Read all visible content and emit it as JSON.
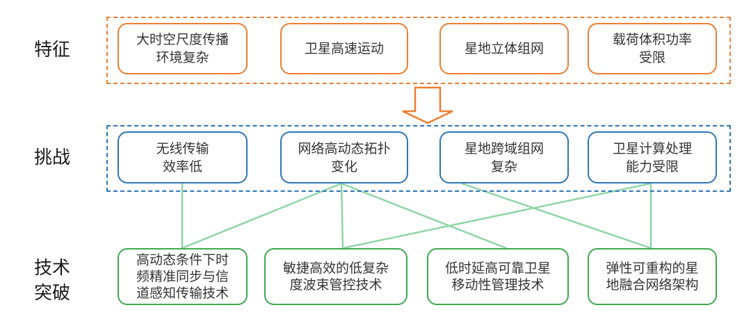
{
  "colors": {
    "feature": "#ED7D31",
    "challenge": "#2E75B6",
    "tech": "#3DAA4E",
    "connector": "#8ED6A4"
  },
  "rows": {
    "features": {
      "label": "特征",
      "items": [
        "大时空尺度传播\n环境复杂",
        "卫星高速运动",
        "星地立体组网",
        "载荷体积功率\n受限"
      ]
    },
    "challenges": {
      "label": "挑战",
      "items": [
        "无线传输\n效率低",
        "网络高动态拓扑\n变化",
        "星地跨域组网\n复杂",
        "卫星计算处理\n能力受限"
      ]
    },
    "technologies": {
      "label": "技术\n突破",
      "items": [
        "高动态条件下时\n频精准同步与信\n道感知传输技术",
        "敏捷高效的低复杂\n度波束管控技术",
        "低时延高可靠卫星\n移动性管理技术",
        "弹性可重构的星\n地融合网络架构"
      ]
    }
  },
  "flow_arrow": {
    "from": "features",
    "to": "challenges",
    "icon": "down-arrow-icon"
  },
  "connections": [
    {
      "challenge": 0,
      "tech": 0
    },
    {
      "challenge": 1,
      "tech": 0
    },
    {
      "challenge": 1,
      "tech": 1
    },
    {
      "challenge": 1,
      "tech": 2
    },
    {
      "challenge": 2,
      "tech": 3
    },
    {
      "challenge": 3,
      "tech": 1
    },
    {
      "challenge": 3,
      "tech": 3
    }
  ]
}
